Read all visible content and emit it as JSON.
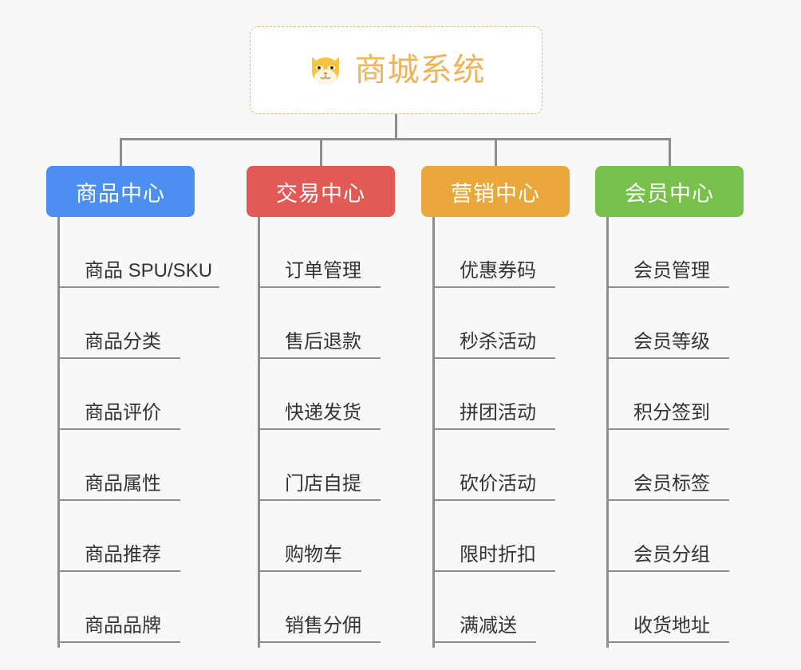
{
  "diagram": {
    "type": "org-chart-mindmap",
    "background_color": "#f8f8f8",
    "root": {
      "title": "商城系统",
      "icon": "shiba-dog-face-emoji",
      "text_color": "#efb45a",
      "border_color": "#efb45a",
      "background_color": "#ffffff"
    },
    "connector_color": "#8d8d8d",
    "branches": [
      {
        "title": "商品中心",
        "color": "#4d8ff0",
        "items": [
          "商品 SPU/SKU",
          "商品分类",
          "商品评价",
          "商品属性",
          "商品推荐",
          "商品品牌"
        ]
      },
      {
        "title": "交易中心",
        "color": "#e25a56",
        "items": [
          "订单管理",
          "售后退款",
          "快递发货",
          "门店自提",
          "购物车",
          "销售分佣"
        ]
      },
      {
        "title": "营销中心",
        "color": "#eaa83c",
        "items": [
          "优惠券码",
          "秒杀活动",
          "拼团活动",
          "砍价活动",
          "限时折扣",
          "满减送"
        ]
      },
      {
        "title": "会员中心",
        "color": "#77c04b",
        "items": [
          "会员管理",
          "会员等级",
          "积分签到",
          "会员标签",
          "会员分组",
          "收货地址"
        ]
      }
    ]
  }
}
